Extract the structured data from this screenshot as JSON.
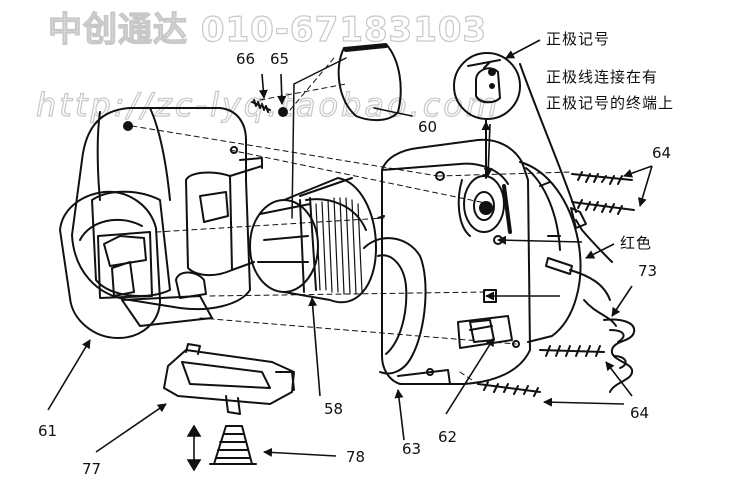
{
  "watermark": {
    "line1": "中创通达 010-67183103",
    "line2": "http://zc-lyq.taobao.com"
  },
  "annotations": {
    "polarity_mark": "正极记号",
    "note_line1": "正极线连接在有",
    "note_line2": "正极记号的终端上",
    "red": "红色"
  },
  "parts": {
    "p58": "58",
    "p60": "60",
    "p61": "61",
    "p62": "62",
    "p63": "63",
    "p64_top": "64",
    "p64_bottom": "64",
    "p65": "65",
    "p66": "66",
    "p73": "73",
    "p77": "77",
    "p78": "78"
  }
}
